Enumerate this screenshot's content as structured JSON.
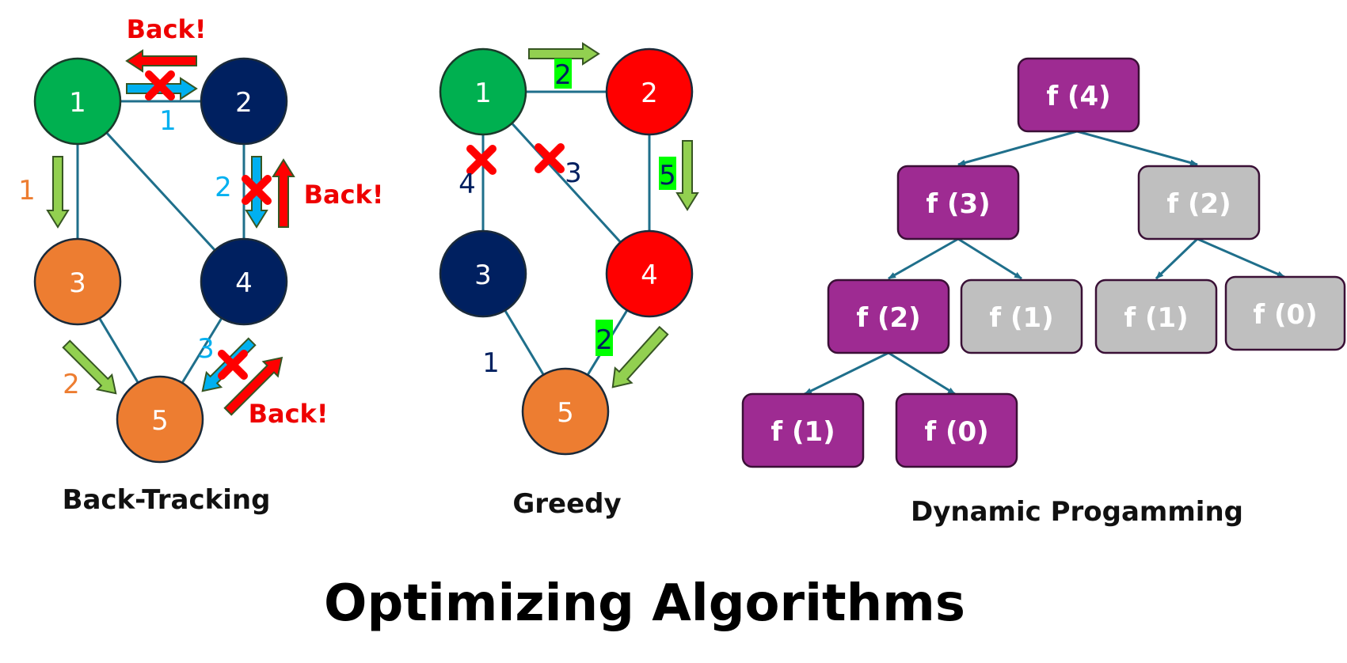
{
  "title": "Optimizing Algorithms",
  "colors": {
    "green": "#00b050",
    "navy": "#002060",
    "orange": "#ed7d31",
    "red": "#ff0000",
    "purple": "#9e2b92",
    "gray": "#bfbfbf",
    "edge": "#1f6f8b",
    "arrow_green": "#92d050",
    "arrow_blue": "#00b0f0",
    "label_blue": "#00b0f0",
    "label_orange": "#ed7d31",
    "label_navy": "#002060",
    "highlight": "#00ff00"
  },
  "backtracking": {
    "caption": "Back-Tracking",
    "back_label": "Back!",
    "nodes": [
      {
        "id": "1",
        "label": "1",
        "color": "green"
      },
      {
        "id": "2",
        "label": "2",
        "color": "navy"
      },
      {
        "id": "3",
        "label": "3",
        "color": "orange"
      },
      {
        "id": "4",
        "label": "4",
        "color": "navy"
      },
      {
        "id": "5",
        "label": "5",
        "color": "orange"
      }
    ],
    "edge_labels": [
      "1",
      "1",
      "2",
      "3",
      "2"
    ]
  },
  "greedy": {
    "caption": "Greedy",
    "nodes": [
      {
        "id": "1",
        "label": "1",
        "color": "green"
      },
      {
        "id": "2",
        "label": "2",
        "color": "red"
      },
      {
        "id": "3",
        "label": "3",
        "color": "navy"
      },
      {
        "id": "4",
        "label": "4",
        "color": "red"
      },
      {
        "id": "5",
        "label": "5",
        "color": "orange"
      }
    ],
    "edge_labels": [
      "2",
      "4",
      "3",
      "5",
      "1",
      "2"
    ]
  },
  "dynamic": {
    "caption": "Dynamic Progamming",
    "boxes": [
      {
        "label": "f (4)",
        "state": "computed"
      },
      {
        "label": "f (3)",
        "state": "computed"
      },
      {
        "label": "f (2)",
        "state": "reused"
      },
      {
        "label": "f (2)",
        "state": "computed"
      },
      {
        "label": "f (1)",
        "state": "reused"
      },
      {
        "label": "f (1)",
        "state": "reused"
      },
      {
        "label": "f (0)",
        "state": "reused"
      },
      {
        "label": "f (1)",
        "state": "computed"
      },
      {
        "label": "f (0)",
        "state": "computed"
      }
    ]
  }
}
